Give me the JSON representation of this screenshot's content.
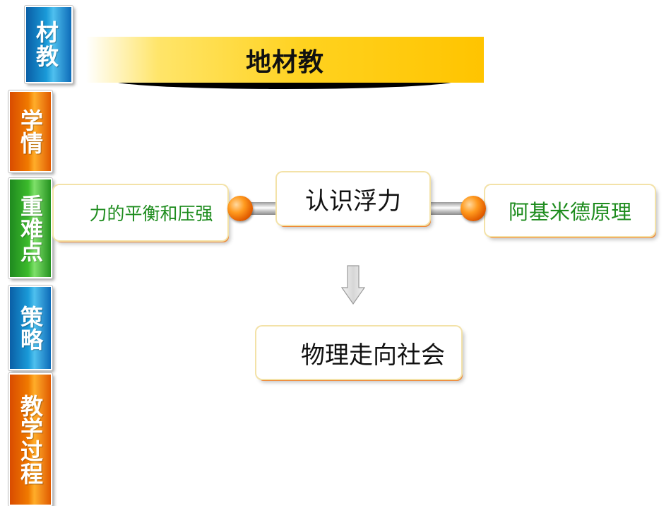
{
  "sidebar": {
    "tabs": [
      {
        "label": "材教",
        "color": "blue"
      },
      {
        "label": "学情",
        "color": "orange"
      },
      {
        "label": "重难点",
        "color": "green"
      },
      {
        "label": "策略",
        "color": "blue"
      },
      {
        "label": "教学过程",
        "color": "orange"
      }
    ]
  },
  "header": {
    "title": "地材教"
  },
  "diagram": {
    "left": "力的平衡和压强",
    "center": "认识浮力",
    "right": "阿基米德原理",
    "bottom": "物理走向社会"
  },
  "colors": {
    "banner": "#ffd21f",
    "accent_orange": "#ef8a3a",
    "green_text": "#1e8c1e",
    "ball": "#ff9a1e"
  },
  "icons": [
    "down-arrow-icon",
    "connector-ball-icon"
  ]
}
